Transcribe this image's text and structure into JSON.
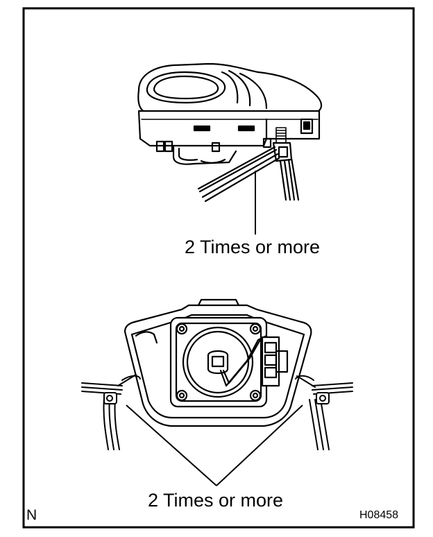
{
  "figure": {
    "callout_top": "2 Times or more",
    "callout_bottom": "2 Times or more",
    "view_letter": "N",
    "figure_id": "H08458"
  },
  "colors": {
    "ink": "#000000",
    "paper": "#ffffff"
  }
}
